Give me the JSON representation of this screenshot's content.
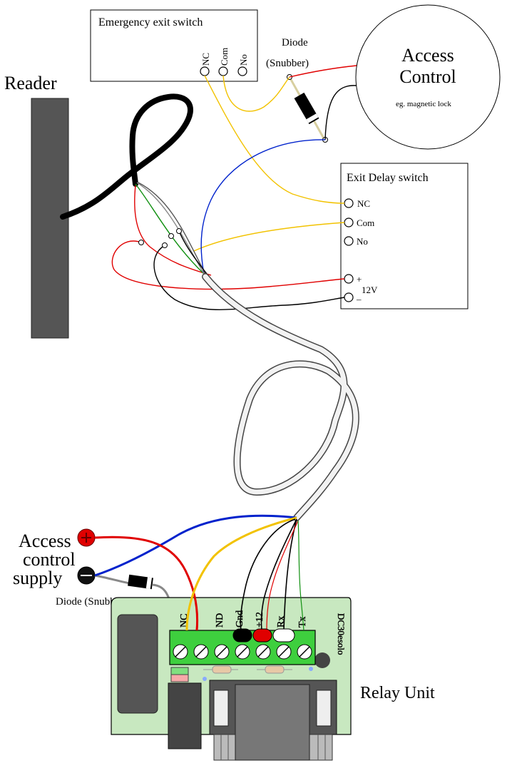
{
  "labels": {
    "reader": "Reader",
    "emergency_exit_switch": "Emergency exit switch",
    "exit_delay_switch": "Exit Delay switch",
    "access_control_title_1": "Access",
    "access_control_title_2": "Control",
    "access_control_sub": "eg. magnetic lock",
    "diode_top_1": "Diode",
    "diode_top_2": "(Snubber)",
    "diode_bottom": "Diode (Snubber)",
    "access_supply_1": "Access",
    "access_supply_2": "control",
    "access_supply_3": "supply",
    "relay_unit": "Relay Unit",
    "pcb_text": "DC30esolo"
  },
  "emergency_terminals": [
    "NC",
    "Com",
    "No"
  ],
  "exit_delay_terminals": {
    "nc": "NC",
    "com": "Com",
    "no": "No",
    "plus": "+",
    "minus": "–",
    "voltage": "12V"
  },
  "board_terminals": [
    "NC",
    "ND",
    "Gnd",
    "+12",
    "Rx",
    "Tx"
  ],
  "colors": {
    "red": "#e00000",
    "blue": "#0022cc",
    "yellow": "#f2c200",
    "green": "#109010",
    "black": "#000000",
    "pcb": "#c8e8c0",
    "terminal_block": "#3ecf3e",
    "reader_body": "#555555"
  }
}
